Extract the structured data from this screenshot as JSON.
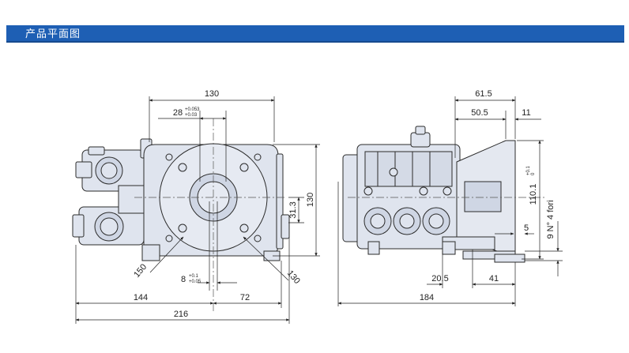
{
  "header": {
    "title": "产品平面图"
  },
  "colors": {
    "header": "#1e5fb4",
    "body": "#dfe4ee",
    "line": "#2b2b2b"
  },
  "front_view": {
    "dim_top_width": "130",
    "dim_bore": "28",
    "dim_bore_tol_upper": "+0.053",
    "dim_bore_tol_lower": "+0.03",
    "dim_right_height": "130",
    "dim_shaft_offset": "31.3",
    "dim_diag_left": "150",
    "dim_diag_right": "130",
    "dim_key": "8",
    "dim_key_tol_upper": "+0.1",
    "dim_key_tol_lower": "+0.05",
    "dim_left_part": "144",
    "dim_right_part": "72",
    "dim_total_width": "216"
  },
  "side_view": {
    "dim_flange": "61.5",
    "dim_flange_inner": "50.5",
    "dim_flange_thk": "11",
    "dim_shaft_height": "110.1",
    "dim_shaft_tol_upper": "+0.1",
    "dim_shaft_tol_lower": "0",
    "dim_holes": "9 N° 4 fori",
    "dim_small": "5",
    "dim_base_offset": "20.5",
    "dim_base_length": "41",
    "dim_total_length": "184"
  }
}
